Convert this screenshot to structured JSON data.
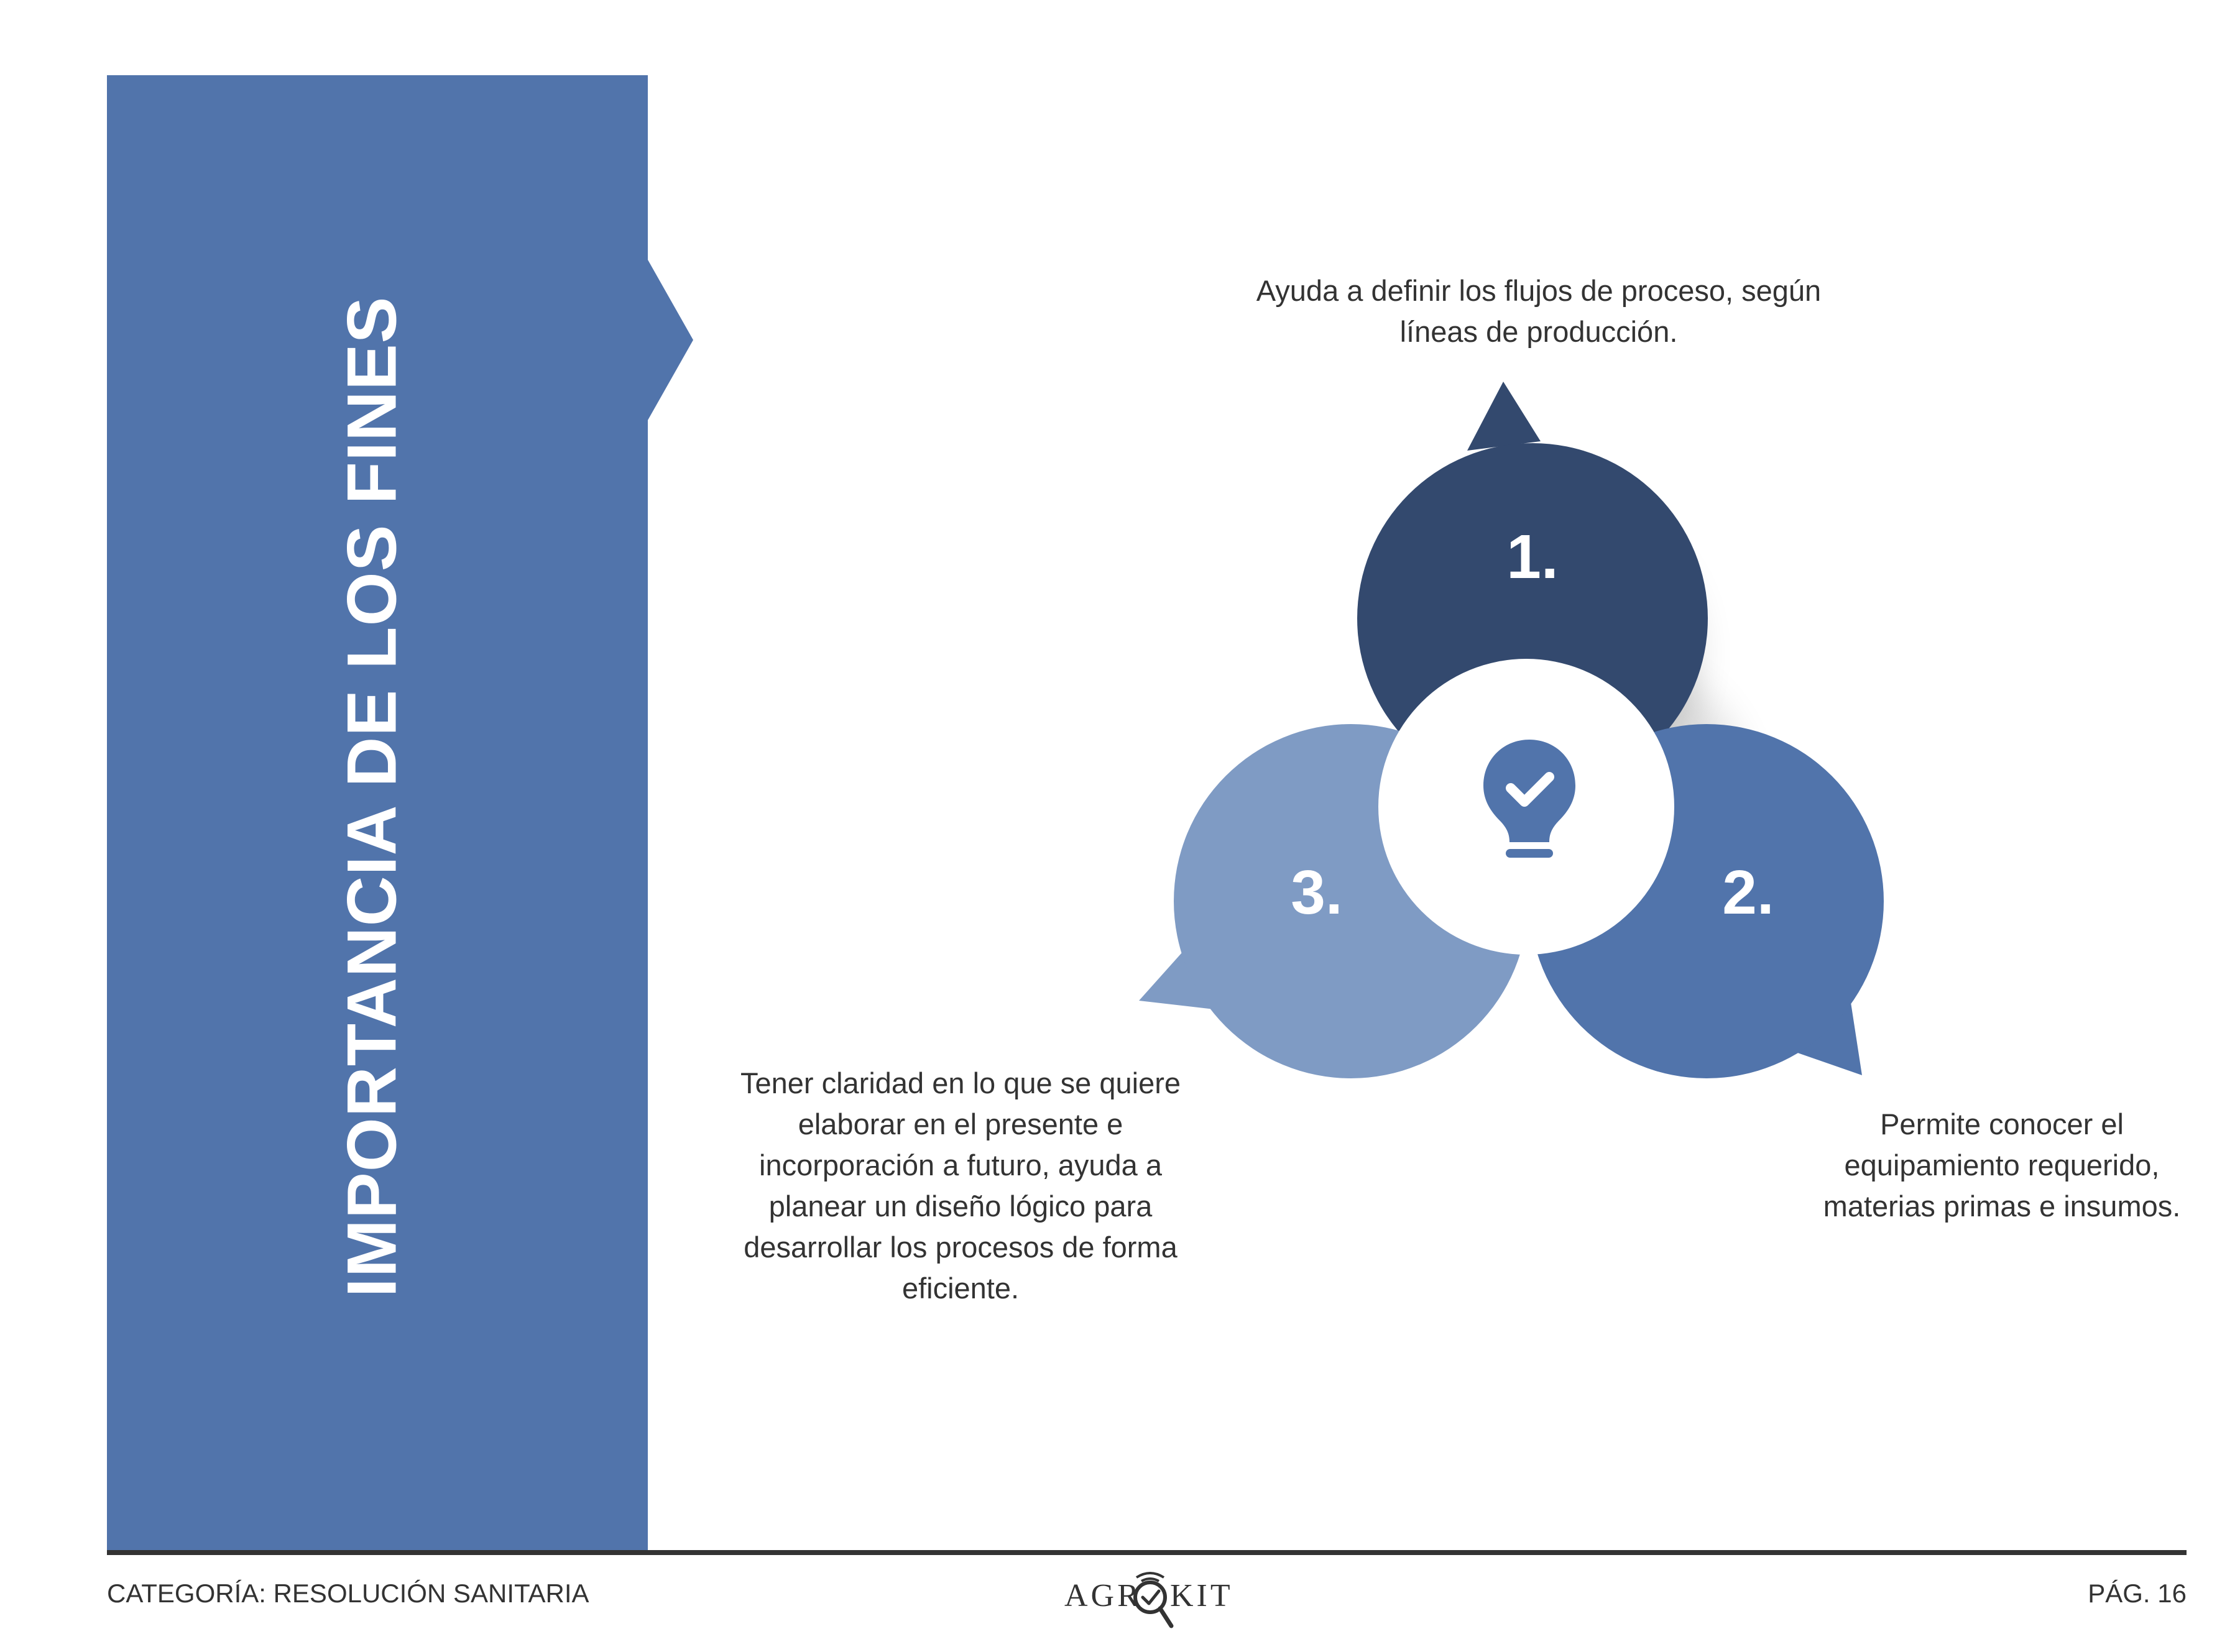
{
  "colors": {
    "banner": "#5174ab",
    "circle_1": "#33496e",
    "circle_2": "#5174ab",
    "circle_3": "#7f9bc4",
    "center": "#ffffff",
    "icon": "#5174ab",
    "text": "#333333"
  },
  "banner": {
    "title": "IMPORTANCIA DE LOS FINES"
  },
  "diagram": {
    "center_icon": "lightbulb-check-icon",
    "items": [
      {
        "number": "1.",
        "text": "Ayuda a definir los flujos de proceso, según líneas de producción."
      },
      {
        "number": "2.",
        "text": "Permite conocer el equipamiento requerido, materias primas e insumos."
      },
      {
        "number": "3.",
        "text": "Tener claridad en lo que se quiere elaborar en el presente e incorporación a futuro, ayuda a planear un diseño lógico para desarrollar los procesos de forma eficiente."
      }
    ]
  },
  "footer": {
    "category": "CATEGORÍA: RESOLUCIÓN SANITARIA",
    "logo_left": "AGR",
    "logo_right": "KIT",
    "page": "PÁG. 16"
  }
}
